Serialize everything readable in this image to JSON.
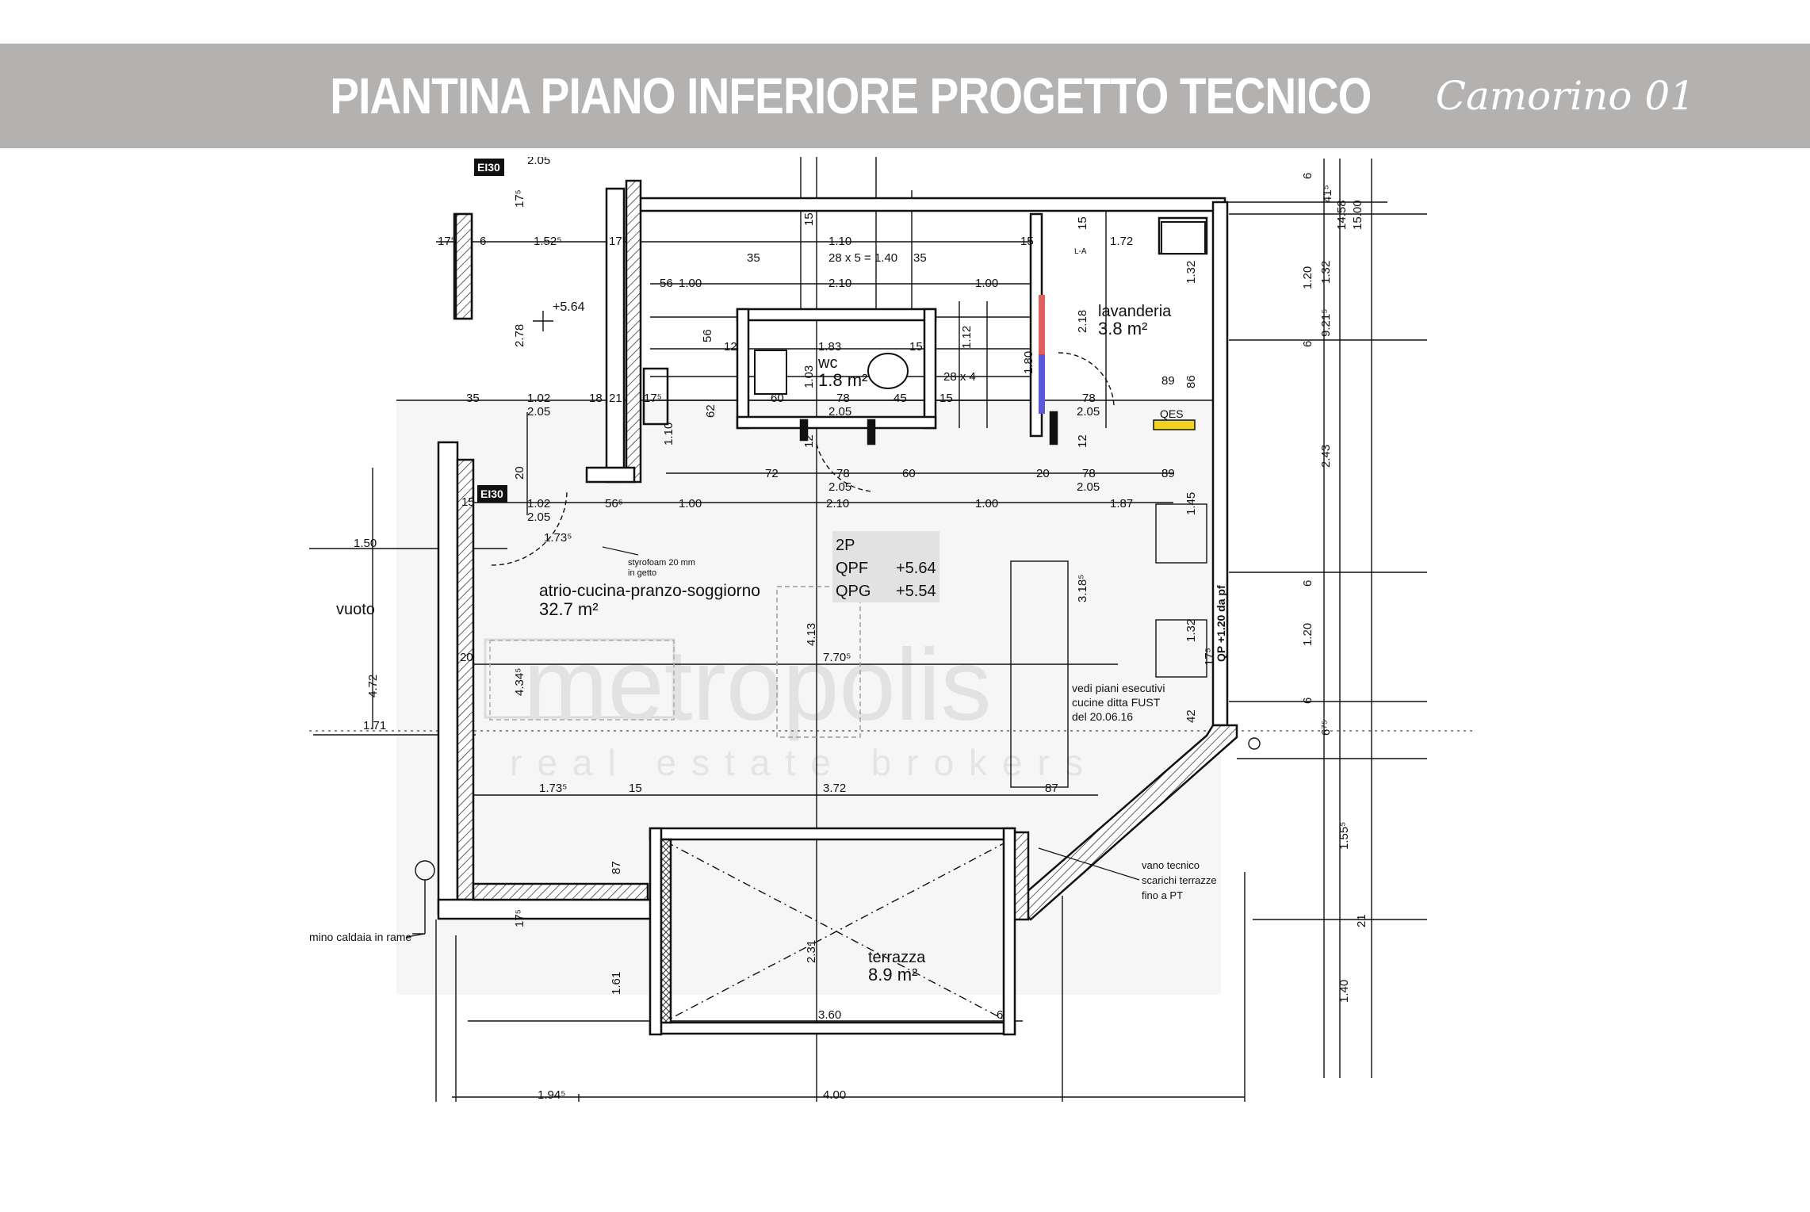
{
  "header": {
    "title": "PIANTINA PIANO INFERIORE  PROGETTO TECNICO",
    "subtitle": "Camorino 01"
  },
  "watermark": {
    "brand": "metropolis",
    "tagline": "real estate brokers"
  },
  "rooms": {
    "main": {
      "name": "atrio-cucina-pranzo-soggiorno",
      "area": "32.7 m²"
    },
    "wc": {
      "name": "wc",
      "area": "1.8 m²"
    },
    "laundry": {
      "name": "lavanderia",
      "area": "3.8 m²"
    },
    "terrace": {
      "name": "terrazza",
      "area": "8.9 m²"
    },
    "void": {
      "name": "vuoto"
    }
  },
  "level_box": {
    "floor": "2P",
    "qpf_label": "QPF",
    "qpf_value": "+5.64",
    "qpg_label": "QPG",
    "qpg_value": "+5.54"
  },
  "notes": {
    "styrofoam_1": "styrofoam 20 mm",
    "styrofoam_2": "in getto",
    "kitchen_1": "vedi piani esecutivi",
    "kitchen_2": "cucine ditta FUST",
    "kitchen_3": "del 20.06.16",
    "tech_1": "vano tecnico",
    "tech_2": "scarichi terrazze",
    "tech_3": "fino a PT",
    "boiler": "mino caldaia in rame",
    "qes": "QES",
    "qp": "QP +1.20 da pf",
    "ei30_a": "EI30",
    "ei30_b": "EI30",
    "level_mark": "+5.64",
    "la": "L-A"
  },
  "dimensions": {
    "d_205_top": "2.05",
    "d_175_a": "17⁵",
    "d_175_b": "17⁵",
    "d_6": "6",
    "d_1525": "1.52⁵",
    "d_175_c": "17⁵",
    "d_15_a": "15",
    "d_172": "1.72",
    "d_41": "41⁵",
    "d_1458": "14.58",
    "d_1500": "15.00",
    "d_110": "1.10",
    "d_28x5": "28 x 5 = 1.40",
    "d_35_a": "35",
    "d_35_b": "35",
    "d_15_b": "15",
    "d_15_c": "15",
    "d_210_a": "2.10",
    "d_56": "56",
    "d_100_a": "1.00",
    "d_100_b": "1.00",
    "d_132_a": "1.32",
    "d_120_a": "1.20",
    "d_6_b": "6",
    "d_921": "9.21⁵",
    "d_278": "2.78",
    "d_56_b": "56",
    "d_12_a": "12",
    "d_183": "1.83",
    "d_15_d": "15",
    "d_218": "2.18",
    "d_103": "1.03",
    "d_180": "1.80",
    "d_112": "1.12",
    "d_28x4": "28 x 4",
    "d_6_c": "6",
    "d_89_a": "89",
    "d_86": "86",
    "d_35_c": "35",
    "d_102_a": "1.02",
    "d_205_a": "2.05",
    "d_18": "18",
    "d_21": "21",
    "d_175_d": "17⁵",
    "d_62": "62",
    "d_110_b": "1.10",
    "d_60_a": "60",
    "d_78_a": "78",
    "d_45": "45",
    "d_15_e": "15",
    "d_78_b": "78",
    "d_205_b": "2.05",
    "d_205_c": "2.05",
    "d_12_b": "12",
    "d_12_c": "12",
    "d_243": "2.43",
    "d_20_a": "20",
    "d_72": "72",
    "d_78_c": "78",
    "d_60_b": "60",
    "d_20_b": "20",
    "d_78_d": "78",
    "d_89_b": "89",
    "d_205_d": "2.05",
    "d_205_e": "2.05",
    "d_15_f": "15",
    "d_102_b": "1.02",
    "d_565": "56⁵",
    "d_100_c": "1.00",
    "d_210_b": "2.10",
    "d_100_d": "1.00",
    "d_187": "1.87",
    "d_205_f": "2.05",
    "d_145": "1.45",
    "d_150": "1.50",
    "d_1735_a": "1.73⁵",
    "d_318": "3.18⁵",
    "d_120_b": "1.20",
    "d_132_b": "1.32",
    "d_6_d": "6",
    "d_132_c": "1.32",
    "d_413": "4.13",
    "d_472": "4.72",
    "d_20_c": "20",
    "d_4345": "4.34⁵",
    "d_7705": "7.70⁵",
    "d_175_e": "17⁵",
    "d_6_e": "6",
    "d_171": "1.71",
    "d_42": "42",
    "d_675": "6⁷⁵",
    "d_1735_b": "1.73⁵",
    "d_15_g": "15",
    "d_372": "3.72",
    "d_87_a": "87",
    "d_1555": "1.55⁵",
    "d_87_b": "87",
    "d_175_f": "17⁵",
    "d_21_b": "21",
    "d_231": "2.31",
    "d_161": "1.61",
    "d_140": "1.40",
    "d_360": "3.60",
    "d_6_f": "6",
    "d_1945": "1.94⁵",
    "d_400": "4.00"
  }
}
